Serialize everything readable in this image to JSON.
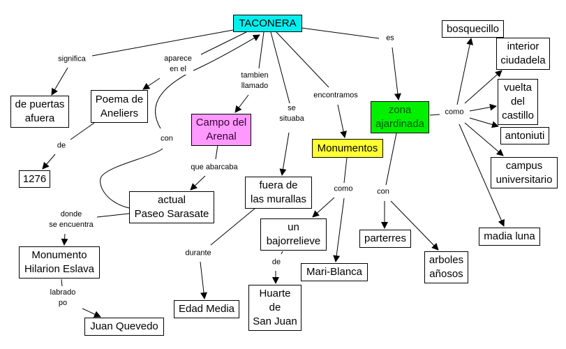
{
  "title": "TACONERA",
  "colors": {
    "root_fill": "#00f0f0",
    "campo_fill": "#ff99ff",
    "campo_text": "#330033",
    "zona_fill": "#00f000",
    "zona_text": "#005500",
    "monumentos_fill": "#ffff33"
  },
  "nodes": {
    "taconera": "TACONERA",
    "puertas": "de puertas\nafuera",
    "poema": "Poema de\nAneliers",
    "year": "1276",
    "campo": "Campo del\nArenal",
    "paseo": "actual\nPaseo Sarasate",
    "fuera": "fuera de\nlas murallas",
    "monumentos": "Monumentos",
    "zona": "zona\najardinada",
    "hilarion": "Monumento\nHilarion Eslava",
    "quevedo": "Juan Quevedo",
    "edad": "Edad Media",
    "bajorrelieve": "un\nbajorrelieve",
    "huarte": "Huarte\nde\nSan Juan",
    "mariblanca": "Mari-Blanca",
    "parterres": "parterres",
    "arboles": "arboles\nañosos",
    "bosquecillo": "bosquecillo",
    "interior": "interior\nciudadela",
    "vuelta": "vuelta\ndel\ncastillo",
    "antoniuti": "antoniuti",
    "campus": "campus\nuniversitario",
    "madia": "madia luna"
  },
  "links": {
    "significa": "significa",
    "aparece": "aparece\nen el",
    "tambien": "tambien\nllamado",
    "se_situaba": "se\nsituaba",
    "encontramos": "encontramos",
    "es": "es",
    "de_year": "de",
    "con_curve": "con",
    "que_abarcaba": "que abarcaba",
    "donde": "donde\nse encuentra",
    "labrado": "labrado\npo",
    "durante": "durante",
    "como_mon": "como",
    "de_huarte": "de",
    "con_zona": "con",
    "como_zona": "como"
  }
}
